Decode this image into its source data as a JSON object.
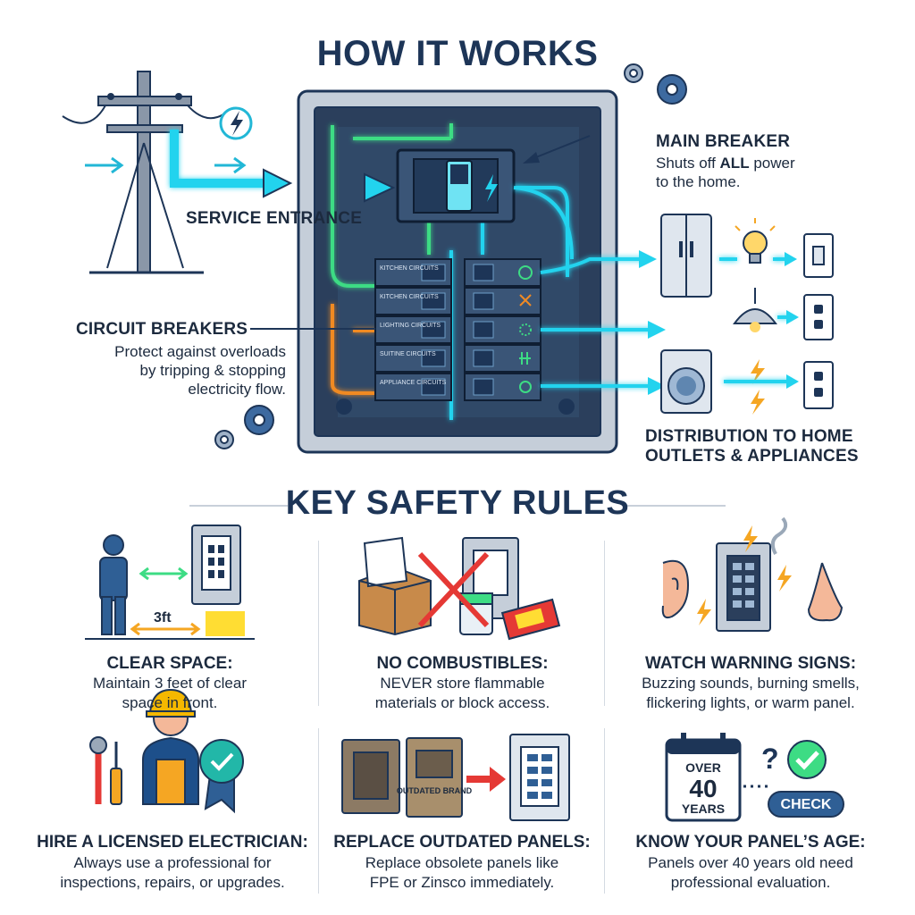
{
  "titles": {
    "how": "HOW IT WORKS",
    "safety": "KEY SAFETY RULES"
  },
  "labels": {
    "service": "SERVICE ENTRANCE",
    "main_title": "MAIN BREAKER",
    "main_desc_1": "Shuts off",
    "main_desc_all": "ALL",
    "main_desc_2": "power",
    "main_desc_3": "to the home.",
    "breakers_title": "CIRCUIT BREAKERS",
    "breakers_desc_1": "Protect against overloads",
    "breakers_desc_2": "by tripping & stopping",
    "breakers_desc_3": "electricity flow.",
    "dist_1": "DISTRIBUTION TO HOME",
    "dist_2": "OUTLETS & APPLIANCES"
  },
  "circuits": [
    "KITCHEN CIRCUITS",
    "KITCHEN CIRCUITS",
    "LIGHTING CIRCUITS",
    "SUITINE CIRCUITS",
    "APPLIANCE CIRCUITS"
  ],
  "rules": [
    {
      "title": "CLEAR SPACE:",
      "desc_1": "Maintain 3 feet of clear",
      "desc_2": "space in front.",
      "badge": "3ft"
    },
    {
      "title": "NO COMBUSTIBLES:",
      "desc_1": "NEVER store flammable",
      "desc_2": "materials or block access."
    },
    {
      "title": "WATCH WARNING SIGNS:",
      "desc_1": "Buzzing sounds, burning smells,",
      "desc_2": "flickering lights, or warm panel."
    },
    {
      "title": "HIRE A LICENSED ELECTRICIAN:",
      "desc_1": "Always use a professional for",
      "desc_2": "inspections, repairs, or upgrades."
    },
    {
      "title": "REPLACE OUTDATED PANELS:",
      "desc_1": "Replace obsolete panels like",
      "desc_2": "FPE or Zinsco immediately.",
      "badge": "OUTDATED BRAND"
    },
    {
      "title": "KNOW YOUR PANEL’S AGE:",
      "desc_1": "Panels over 40 years old need",
      "desc_2": "professional evaluation.",
      "cal_1": "OVER",
      "cal_2": "40",
      "cal_3": "YEARS",
      "check": "CHECK",
      "question": "?"
    }
  ],
  "colors": {
    "navy": "#1d3557",
    "cyan": "#22d3ee",
    "green": "#3ddc84",
    "orange": "#f08a24",
    "panel": "#2b3f5c"
  }
}
